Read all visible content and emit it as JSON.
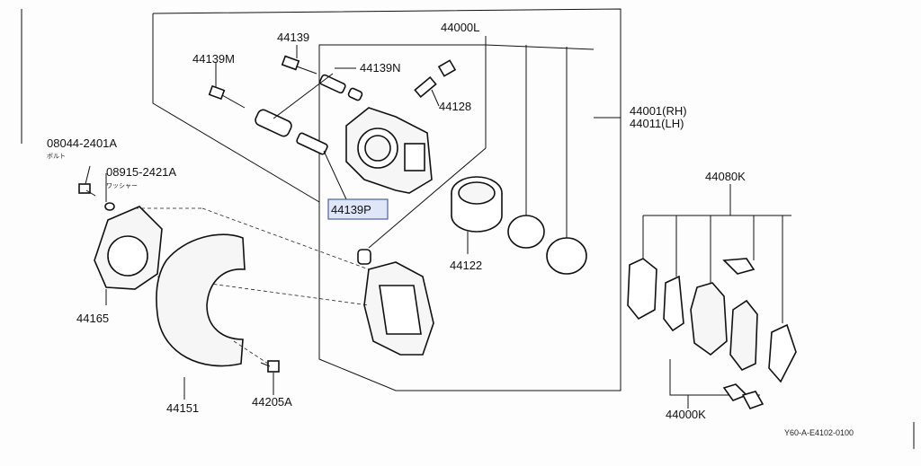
{
  "diagram": {
    "reference_code": "Y60-A-E4102-0100",
    "highlighted_part": "44139P",
    "colors": {
      "highlight_fill": "#dfe6f7",
      "highlight_border": "#4a5fa3",
      "line": "#111111"
    }
  },
  "parts": {
    "p44000L": "44000L",
    "p44139": "44139",
    "p44139M": "44139M",
    "p44139N": "44139N",
    "p44128": "44128",
    "p44001_rh": "44001(RH)",
    "p44011_lh": "44011(LH)",
    "p08044": "08044-2401A",
    "p08044_sub": "ボルト",
    "p08915": "08915-2421A",
    "p08915_sub": "ワッシャー",
    "p44139P": "44139P",
    "p44080K": "44080K",
    "p44122": "44122",
    "p44165": "44165",
    "p44151": "44151",
    "p44205A": "44205A",
    "p44000K": "44000K"
  }
}
